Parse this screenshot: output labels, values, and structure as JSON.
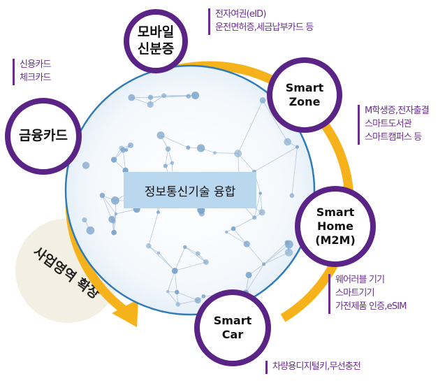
{
  "center_label": "정보통신기술 융합",
  "expansion_label": "사업영역 확장",
  "nodes": {
    "mobile_id": {
      "label": "모바일\n신분증"
    },
    "smart_zone": {
      "label": "Smart\nZone"
    },
    "finance_card": {
      "label": "금융카드"
    },
    "smart_home": {
      "label": "Smart\nHome\n(M2M)"
    },
    "smart_car": {
      "label": "Smart\nCar"
    }
  },
  "notes": {
    "mobile_id": "전자여권(eID)\n운전면허증,세금납부카드 등",
    "finance_card": "신용카드\n체크카드",
    "smart_zone": "M학생증,전자출결\n스마트도서관\n스마트캠퍼스 등",
    "smart_home": "웨어러블 기기\n스마트기기\n가전제품 인증,eSIM",
    "smart_car": "차량용디지털키,무선충전"
  },
  "colors": {
    "ring_purple": "#5a2386",
    "arrow_yellow": "#f5b21b",
    "globe_blue": "#2f7cb8",
    "center_box": "#b9d7ee",
    "note_purple": "#6a2e91"
  }
}
